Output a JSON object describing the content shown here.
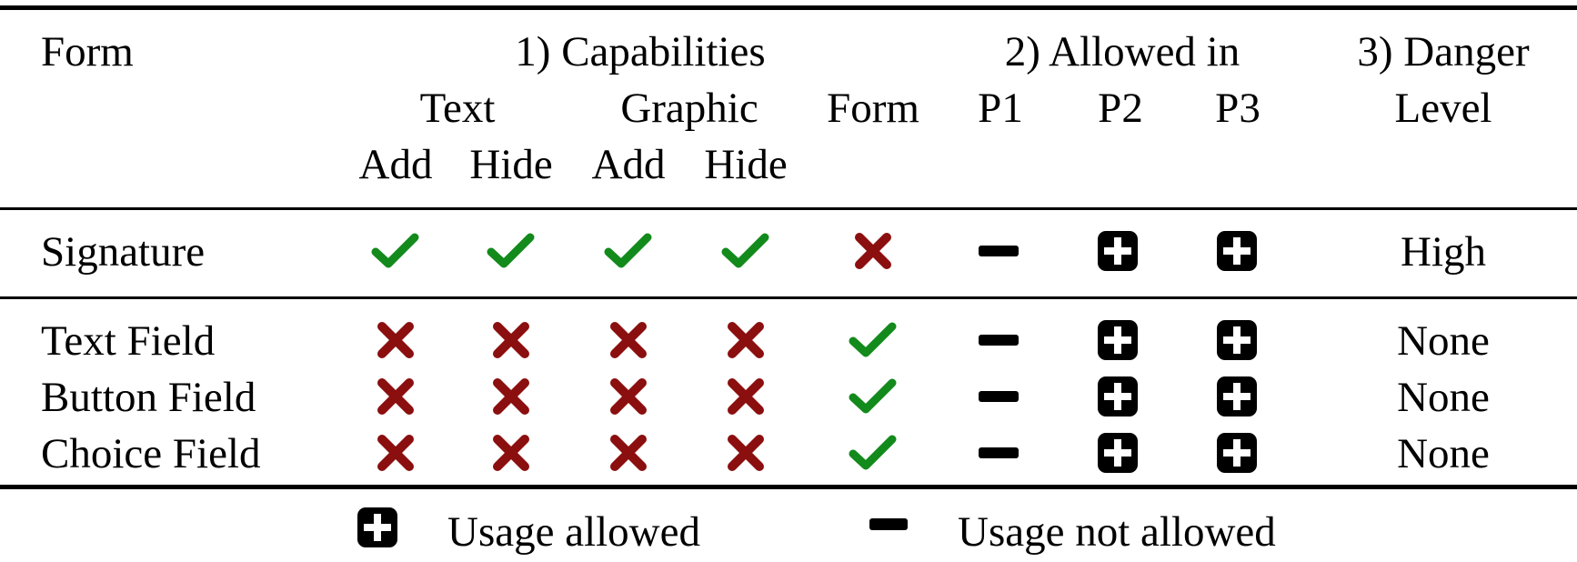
{
  "table": {
    "header": {
      "form": "Form",
      "capabilities": "1) Capabilities",
      "allowed_in": "2) Allowed in",
      "danger": "3) Danger",
      "level": "Level",
      "text": "Text",
      "graphic": "Graphic",
      "form_col": "Form",
      "p1": "P1",
      "p2": "P2",
      "p3": "P3",
      "add1": "Add",
      "hide1": "Hide",
      "add2": "Add",
      "hide2": "Hide"
    },
    "rows": [
      {
        "name": "Signature",
        "text_add": "check",
        "text_hide": "check",
        "graphic_add": "check",
        "graphic_hide": "check",
        "form": "cross",
        "p1": "minus",
        "p2": "plus",
        "p3": "plus",
        "danger": "High"
      },
      {
        "name": "Text Field",
        "text_add": "cross",
        "text_hide": "cross",
        "graphic_add": "cross",
        "graphic_hide": "cross",
        "form": "check",
        "p1": "minus",
        "p2": "plus",
        "p3": "plus",
        "danger": "None"
      },
      {
        "name": "Button Field",
        "text_add": "cross",
        "text_hide": "cross",
        "graphic_add": "cross",
        "graphic_hide": "cross",
        "form": "check",
        "p1": "minus",
        "p2": "plus",
        "p3": "plus",
        "danger": "None"
      },
      {
        "name": "Choice Field",
        "text_add": "cross",
        "text_hide": "cross",
        "graphic_add": "cross",
        "graphic_hide": "cross",
        "form": "check",
        "p1": "minus",
        "p2": "plus",
        "p3": "plus",
        "danger": "None"
      }
    ]
  },
  "legend": {
    "allowed_label": "Usage allowed",
    "not_allowed_label": "Usage not allowed"
  },
  "colors": {
    "check": "#138a1c",
    "cross": "#8b0f0f",
    "ink": "#000000"
  }
}
